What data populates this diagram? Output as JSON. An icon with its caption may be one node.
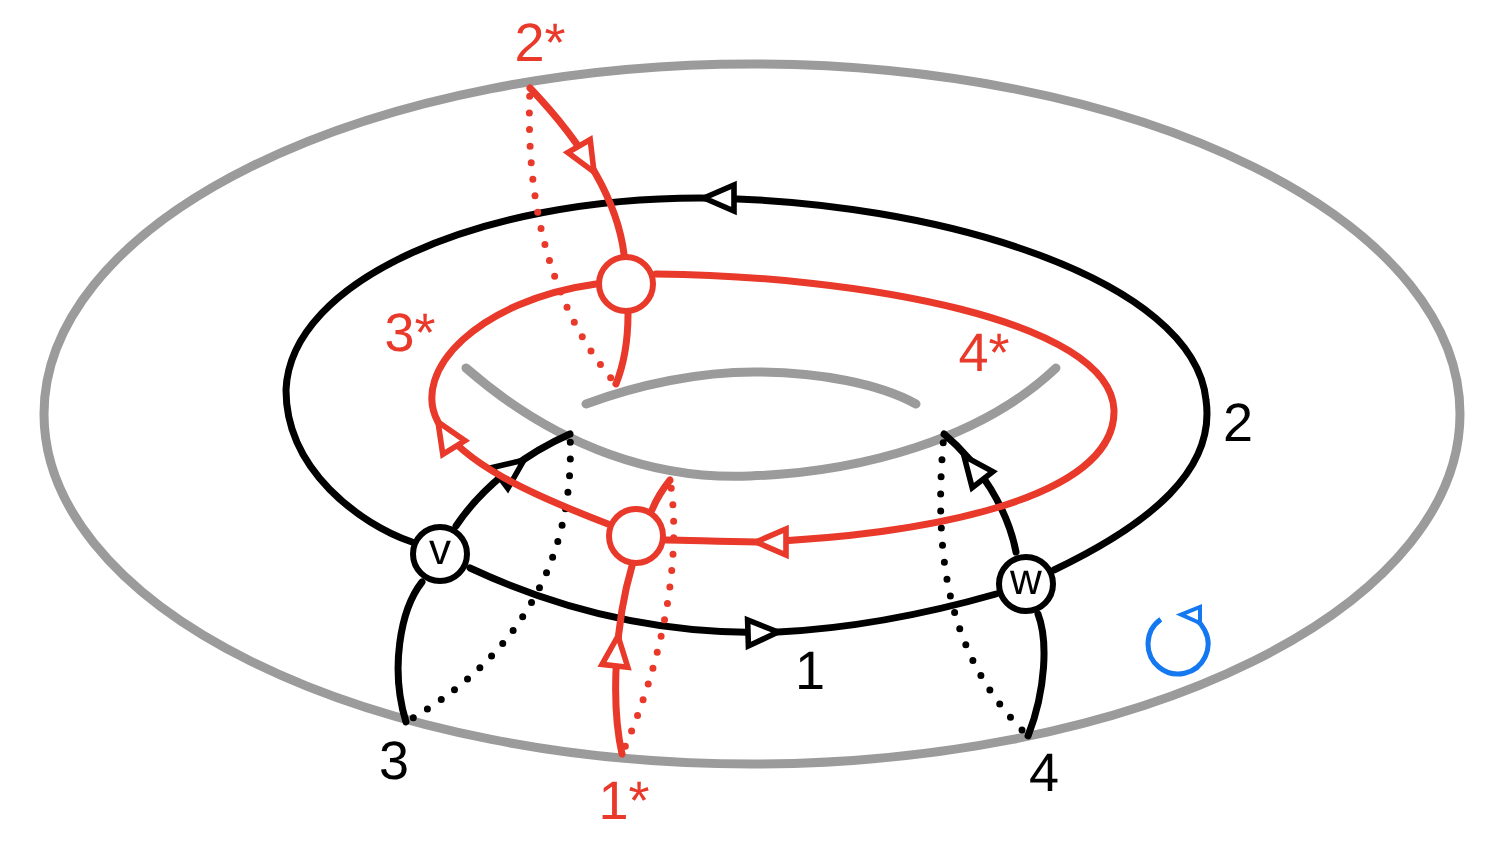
{
  "diagram": {
    "nodes": [
      {
        "text": [
          "v"
        ]
      },
      {
        "text": [
          "w"
        ]
      },
      {
        "text": [],
        "shape": "circle"
      },
      {
        "text": [],
        "shape": "circle"
      }
    ],
    "edges": [
      {
        "from": 0,
        "to": 1,
        "arrow": "to",
        "label": "1"
      },
      {
        "from": 1,
        "to": 0,
        "arrow": "to",
        "label": "2"
      },
      {
        "from": 0,
        "to": 0,
        "arrow": "to",
        "label": "3",
        "style": "dashed"
      },
      {
        "from": 1,
        "to": 1,
        "arrow": "to",
        "label": "4",
        "style": "dashed"
      },
      {
        "from": 3,
        "to": 3,
        "arrow": "to",
        "label": "1*",
        "style": "dashed",
        "color": "#e8392a"
      },
      {
        "from": 2,
        "to": 2,
        "arrow": "to",
        "label": "2*",
        "style": "dashed",
        "color": "#e8392a"
      },
      {
        "from": 3,
        "to": 2,
        "arrow": "to",
        "label": "3*",
        "color": "#e8392a"
      },
      {
        "from": 2,
        "to": 3,
        "arrow": "to",
        "label": "4*",
        "color": "#e8392a"
      }
    ]
  }
}
